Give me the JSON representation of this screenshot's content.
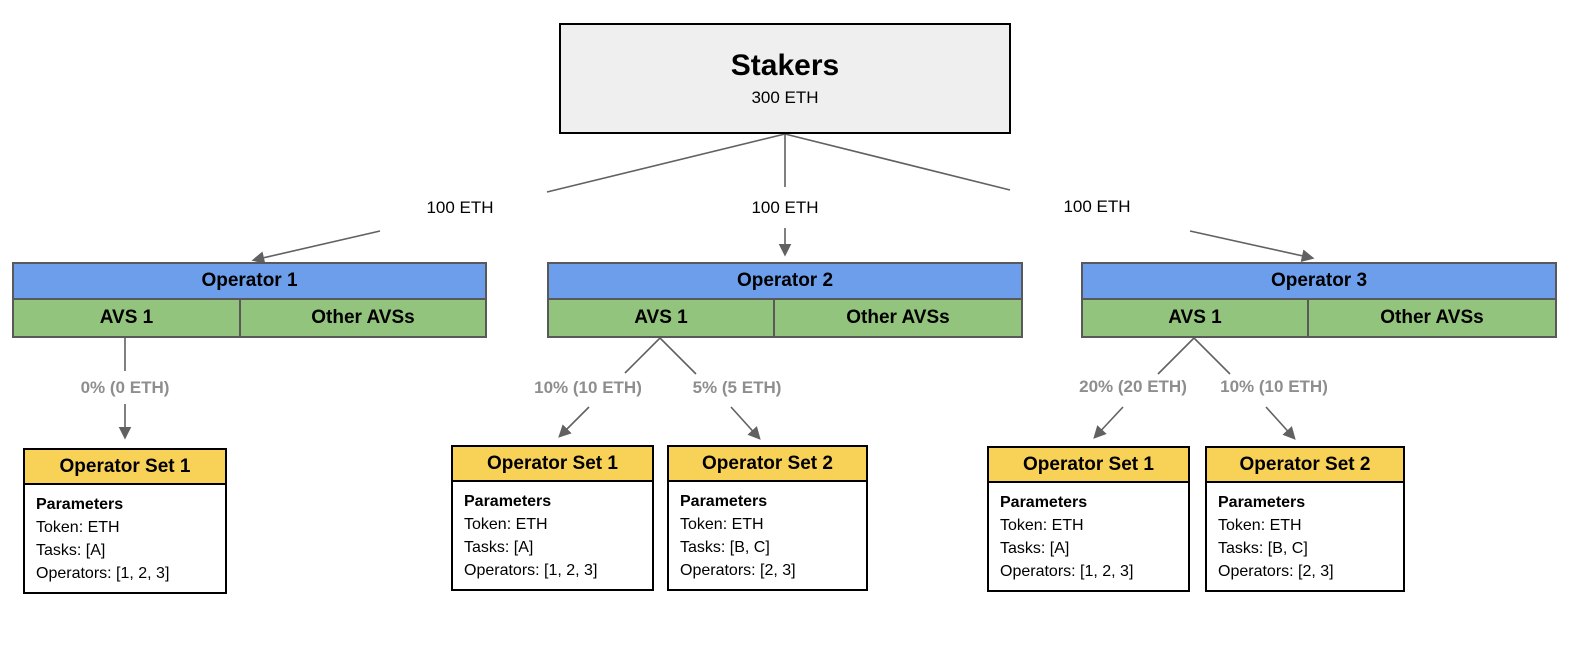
{
  "diagram": {
    "stakers": {
      "title": "Stakers",
      "subtitle": "300 ETH"
    },
    "stake_edges": [
      {
        "label": "100 ETH"
      },
      {
        "label": "100 ETH"
      },
      {
        "label": "100 ETH"
      }
    ],
    "operators": [
      {
        "title": "Operator 1",
        "avs_label": "AVS 1",
        "other_label": "Other AVSs"
      },
      {
        "title": "Operator 2",
        "avs_label": "AVS 1",
        "other_label": "Other AVSs"
      },
      {
        "title": "Operator 3",
        "avs_label": "AVS 1",
        "other_label": "Other AVSs"
      }
    ],
    "allocation_labels": [
      {
        "label": "0% (0 ETH)"
      },
      {
        "label": "10% (10 ETH)"
      },
      {
        "label": "5% (5 ETH)"
      },
      {
        "label": "20% (20 ETH)"
      },
      {
        "label": "10% (10 ETH)"
      }
    ],
    "operator_sets": [
      {
        "title": "Operator Set 1",
        "params_heading": "Parameters",
        "token": "Token: ETH",
        "tasks": "Tasks: [A]",
        "operators": "Operators: [1, 2, 3]"
      },
      {
        "title": "Operator Set 1",
        "params_heading": "Parameters",
        "token": "Token: ETH",
        "tasks": "Tasks: [A]",
        "operators": "Operators: [1, 2, 3]"
      },
      {
        "title": "Operator Set 2",
        "params_heading": "Parameters",
        "token": "Token: ETH",
        "tasks": "Tasks: [B, C]",
        "operators": "Operators: [2, 3]"
      },
      {
        "title": "Operator Set 1",
        "params_heading": "Parameters",
        "token": "Token: ETH",
        "tasks": "Tasks: [A]",
        "operators": "Operators: [1, 2, 3]"
      },
      {
        "title": "Operator Set 2",
        "params_heading": "Parameters",
        "token": "Token: ETH",
        "tasks": "Tasks: [B, C]",
        "operators": "Operators: [2, 3]"
      }
    ],
    "colors": {
      "stakers_fill": "#efefef",
      "operator_header_fill": "#6d9eeb",
      "avs_fill": "#93c47d",
      "operator_set_header_fill": "#f8d157",
      "operator_border": "#595959",
      "card_border": "#000000",
      "connector": "#616161",
      "allocation_label_text": "#8e8e8e"
    }
  }
}
